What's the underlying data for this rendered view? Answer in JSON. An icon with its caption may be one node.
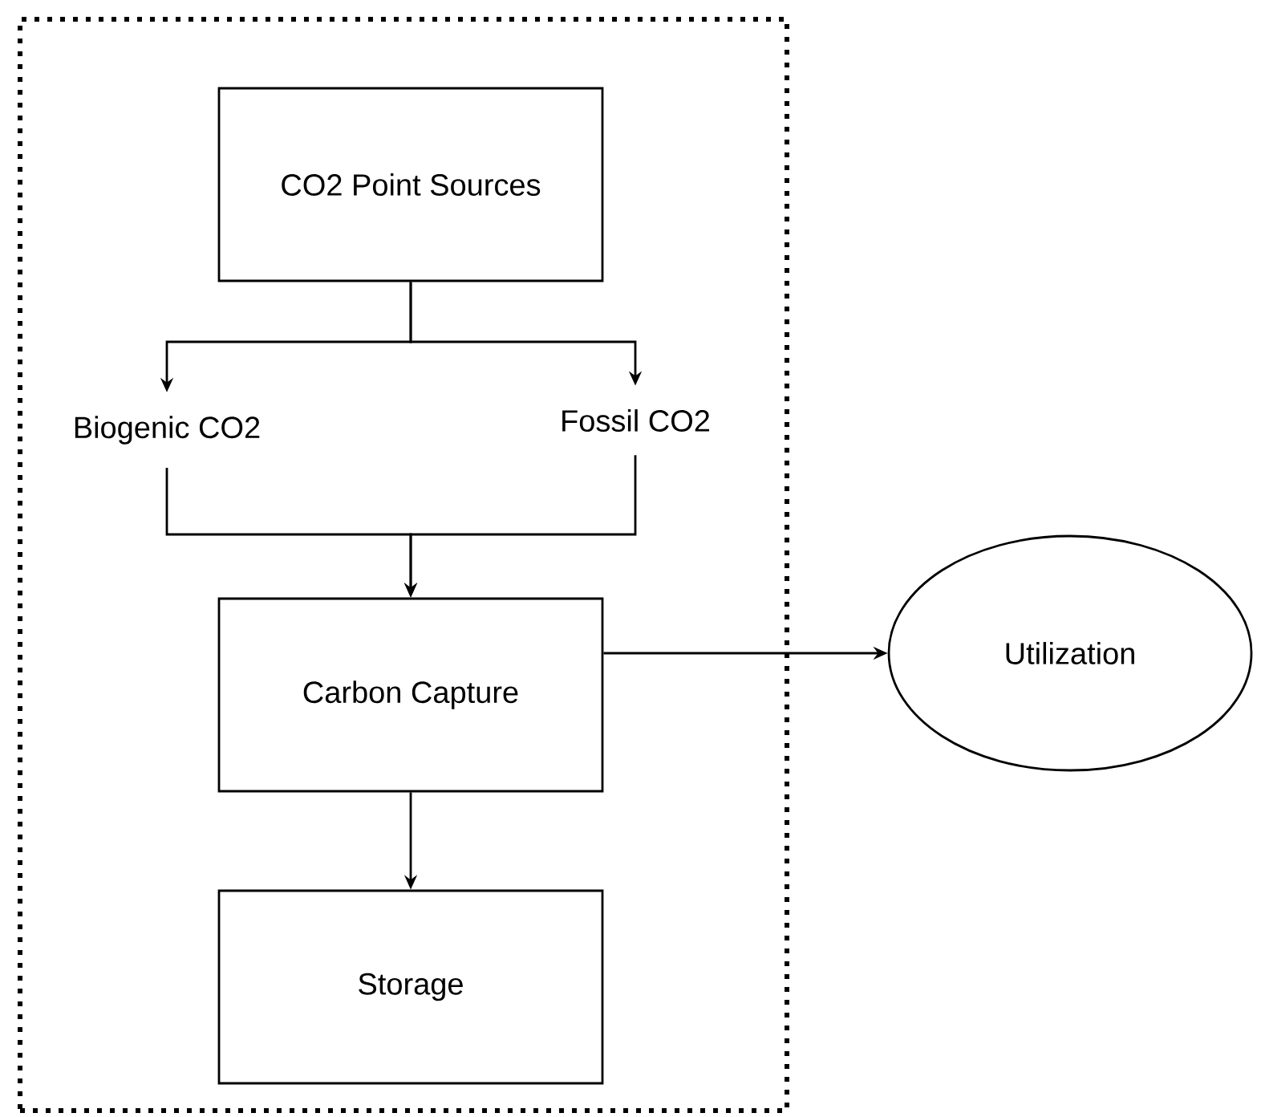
{
  "diagram": {
    "nodes": [
      {
        "text": [],
        "shape": "box"
      },
      {
        "text": [
          "CO2 Point Sources"
        ],
        "in": 0
      },
      {
        "text": [
          "Biogenic CO2"
        ],
        "in": 0
      },
      {
        "text": [
          "Fossil CO2"
        ],
        "in": 0
      },
      {
        "text": [
          "Carbon Capture"
        ],
        "in": 0
      },
      {
        "text": [
          "Storage"
        ],
        "in": 0
      },
      {
        "text": [
          "Utilization"
        ]
      }
    ],
    "edges": [
      {
        "from": 1,
        "to": 2,
        "arrow": "to"
      },
      {
        "from": 1,
        "to": 3,
        "arrow": "to"
      },
      {
        "from": 2,
        "to": 4,
        "arrow": "to"
      },
      {
        "from": 3,
        "to": 4,
        "arrow": "to"
      },
      {
        "from": 4,
        "to": 6,
        "arrow": "to"
      },
      {
        "from": 4,
        "to": 5,
        "arrow": "to"
      }
    ]
  }
}
